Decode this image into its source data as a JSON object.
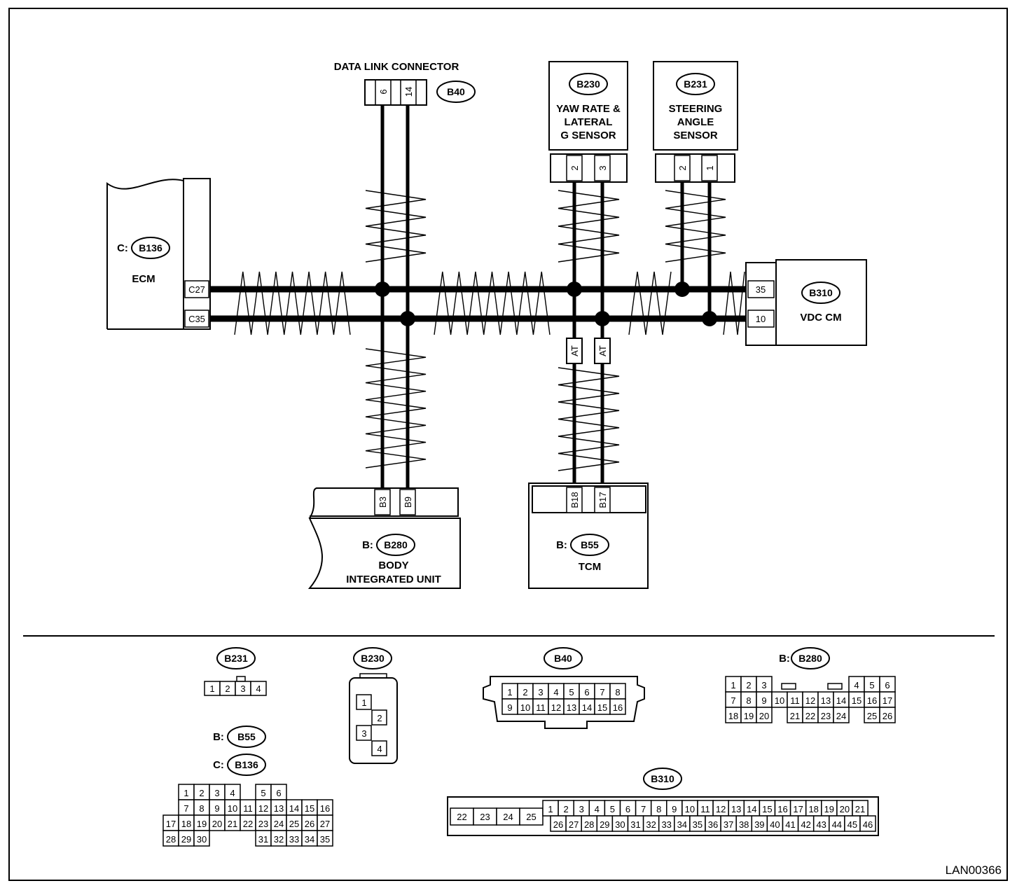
{
  "figure_id": "LAN00366",
  "data_link_connector": {
    "title": "DATA LINK CONNECTOR",
    "id": "B40",
    "pins": [
      "6",
      "14"
    ]
  },
  "yaw_sensor": {
    "id": "B230",
    "name_lines": [
      "YAW RATE &",
      "LATERAL",
      "G SENSOR"
    ],
    "pins": [
      "2",
      "3"
    ]
  },
  "steering_sensor": {
    "id": "B231",
    "name_lines": [
      "STEERING",
      "ANGLE",
      "SENSOR"
    ],
    "pins": [
      "2",
      "1"
    ]
  },
  "ecm": {
    "prefix": "C:",
    "id": "B136",
    "name": "ECM",
    "pins": [
      "C27",
      "C35"
    ]
  },
  "vdc": {
    "id": "B310",
    "name": "VDC CM",
    "pins": [
      "35",
      "10"
    ]
  },
  "body_unit": {
    "prefix": "B:",
    "id": "B280",
    "name_lines": [
      "BODY",
      "INTEGRATED UNIT"
    ],
    "pins": [
      "B3",
      "B9"
    ]
  },
  "tcm": {
    "prefix": "B:",
    "id": "B55",
    "name": "TCM",
    "pins": [
      "B18",
      "B17"
    ]
  },
  "at_tag": "AT",
  "legend": {
    "b231": {
      "id": "B231",
      "rows": [
        [
          "1",
          "2",
          "3",
          "4"
        ]
      ]
    },
    "b230": {
      "id": "B230",
      "pins": [
        "1",
        "2",
        "3",
        "4"
      ]
    },
    "b40": {
      "id": "B40",
      "rows": [
        [
          "1",
          "2",
          "3",
          "4",
          "5",
          "6",
          "7",
          "8"
        ],
        [
          "9",
          "10",
          "11",
          "12",
          "13",
          "14",
          "15",
          "16"
        ]
      ]
    },
    "b280": {
      "prefix": "B:",
      "id": "B280",
      "rows": [
        [
          "1",
          "2",
          "3",
          "",
          "",
          "",
          "",
          "",
          "4",
          "5",
          "6"
        ],
        [
          "7",
          "8",
          "9",
          "10",
          "11",
          "12",
          "13",
          "14",
          "15",
          "16",
          "17"
        ],
        [
          "18",
          "19",
          "20",
          "",
          "21",
          "22",
          "23",
          "24",
          "",
          "25",
          "26"
        ]
      ]
    },
    "b55": {
      "prefix": "B:",
      "id": "B55"
    },
    "b136": {
      "prefix": "C:",
      "id": "B136",
      "rows": [
        [
          "",
          "1",
          "2",
          "3",
          "4",
          "",
          "5",
          "6"
        ],
        [
          "",
          "7",
          "8",
          "9",
          "10",
          "11",
          "12",
          "13",
          "14",
          "15",
          "16"
        ],
        [
          "17",
          "18",
          "19",
          "20",
          "21",
          "22",
          "23",
          "24",
          "25",
          "26",
          "27"
        ],
        [
          "28",
          "29",
          "30",
          "",
          "",
          "",
          "31",
          "32",
          "33",
          "34",
          "35"
        ]
      ]
    },
    "b310": {
      "id": "B310",
      "left": [
        "22",
        "23",
        "24",
        "25"
      ],
      "rows": [
        [
          "1",
          "2",
          "3",
          "4",
          "5",
          "6",
          "7",
          "8",
          "9",
          "10",
          "11",
          "12",
          "13",
          "14",
          "15",
          "16",
          "17",
          "18",
          "19",
          "20",
          "21"
        ],
        [
          "26",
          "27",
          "28",
          "29",
          "30",
          "31",
          "32",
          "33",
          "34",
          "35",
          "36",
          "37",
          "38",
          "39",
          "40",
          "41",
          "42",
          "43",
          "44",
          "45",
          "46"
        ]
      ]
    }
  }
}
